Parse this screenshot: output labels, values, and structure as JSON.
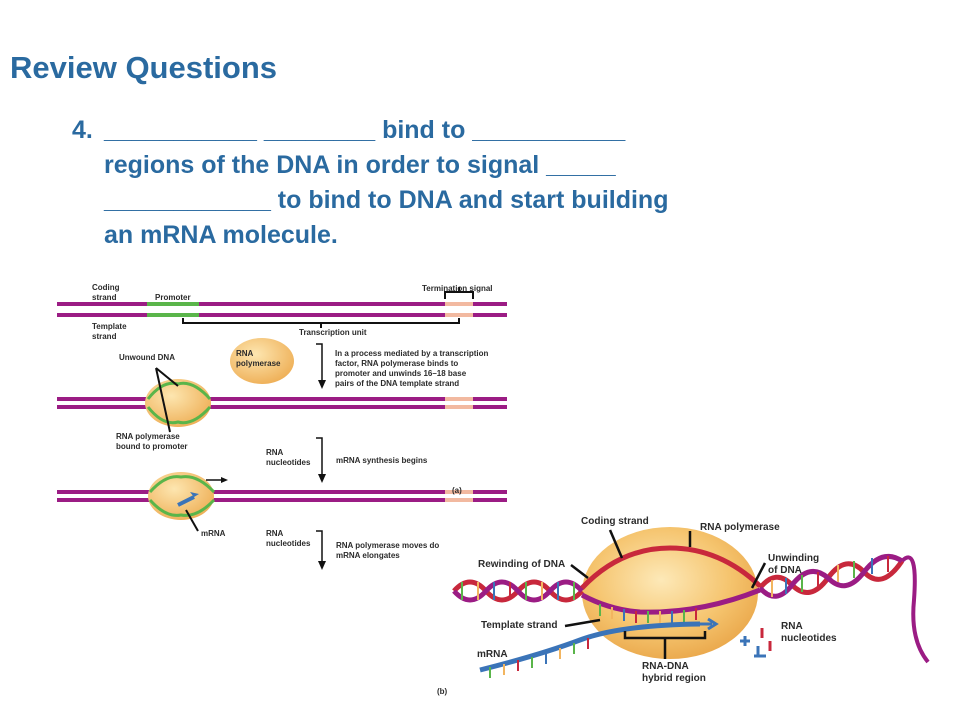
{
  "slide": {
    "title": "Review Questions",
    "question_number": "4.",
    "question_lines": [
      "___________ ________ bind to ___________",
      "regions of the DNA in order to signal _____",
      "____________ to bind to DNA and start building",
      "an mRNA molecule."
    ]
  },
  "panel_a": {
    "coding_strand": "Coding\nstrand",
    "promoter": "Promoter",
    "termination_signal": "Termination signal",
    "template_strand": "Template\nstrand",
    "transcription_unit": "Transcription unit",
    "unwound_dna": "Unwound DNA",
    "rna_polymerase": "RNA\npolymerase",
    "step1_text": "In a process mediated by a transcription\nfactor, RNA polymerase binds to\npromoter and unwinds 16–18 base\npairs of the DNA template strand",
    "rna_pol_bound": "RNA polymerase\nbound to promoter",
    "rna_nucleotides_1": "RNA\nnucleotides",
    "step2_text": "mRNA synthesis begins",
    "panel_label": "(a)",
    "mrna": "mRNA",
    "rna_nucleotides_2": "RNA\nnucleotides",
    "step3_text": "RNA polymerase moves do\nmRNA elongates"
  },
  "panel_b": {
    "coding_strand": "Coding strand",
    "rna_polymerase": "RNA polymerase",
    "rewinding": "Rewinding of DNA",
    "unwinding": "Unwinding\nof DNA",
    "template_strand": "Template strand",
    "rna_nucleotides": "RNA\nnucleotides",
    "mrna": "mRNA",
    "hybrid_region": "RNA-DNA\nhybrid region",
    "panel_label": "(b)"
  },
  "colors": {
    "title_blue": "#2a6aa0",
    "dna_magenta": "#9b1c84",
    "rna_red": "#c8283c",
    "promoter_green": "#5ab54a",
    "termination_peach": "#f2b9a0",
    "polymerase_orange": "#f2b560",
    "mrna_blue": "#3b74b8"
  }
}
